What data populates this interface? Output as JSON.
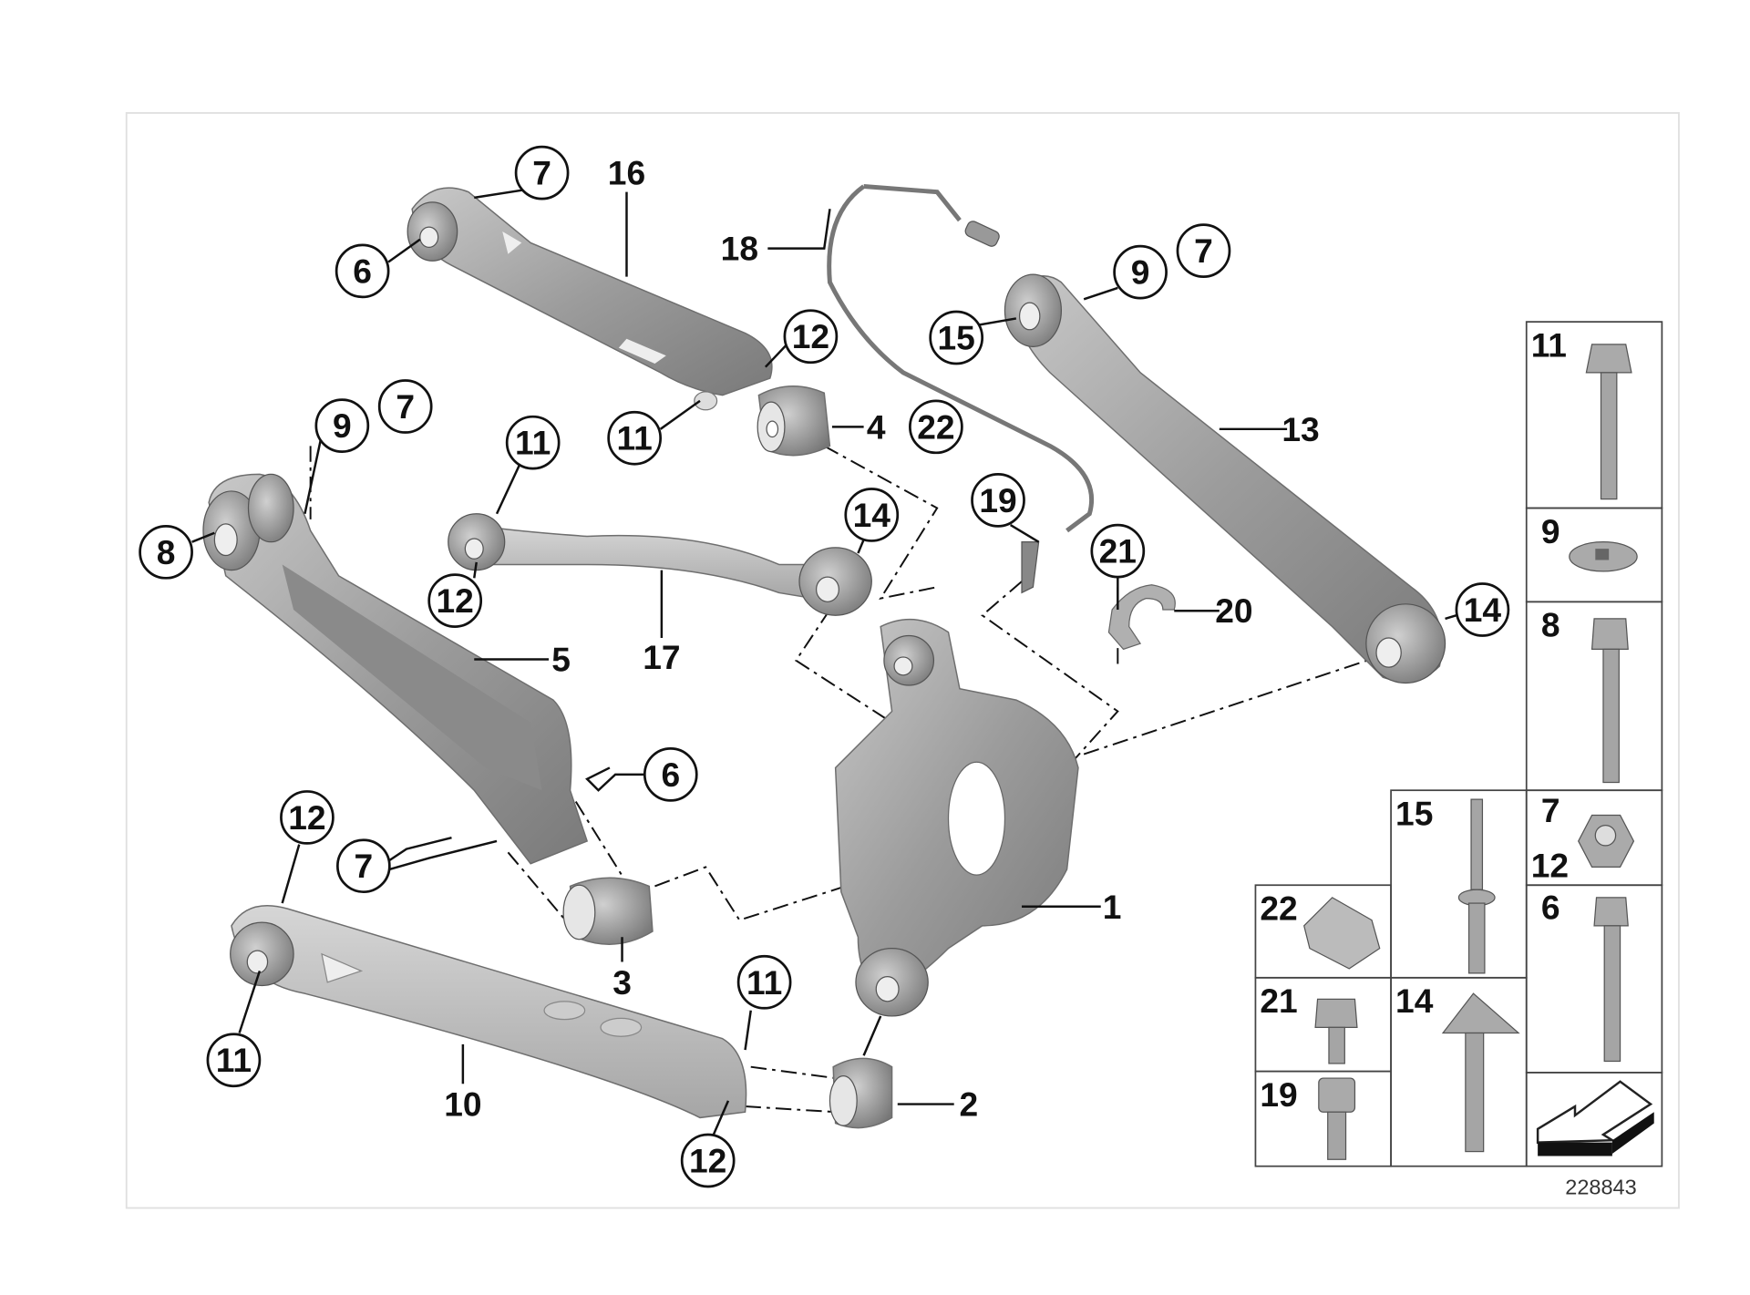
{
  "diagram": {
    "title_number": "228843",
    "callouts_circled": [
      "7",
      "6",
      "12",
      "11",
      "9",
      "7",
      "11",
      "8",
      "12",
      "14",
      "9",
      "7",
      "15",
      "22",
      "19",
      "21",
      "14",
      "6",
      "12",
      "7",
      "11",
      "11",
      "12"
    ],
    "labels_plain": [
      "16",
      "18",
      "4",
      "13",
      "17",
      "5",
      "20",
      "1",
      "3",
      "10",
      "2"
    ]
  },
  "legend": {
    "cells": [
      "11",
      "9",
      "8",
      "7",
      "12",
      "6",
      "15",
      "14",
      "22",
      "21",
      "19"
    ]
  },
  "colors": {
    "part_gray": "#9a9a9a",
    "line": "#111111",
    "frame": "#dddddd"
  }
}
